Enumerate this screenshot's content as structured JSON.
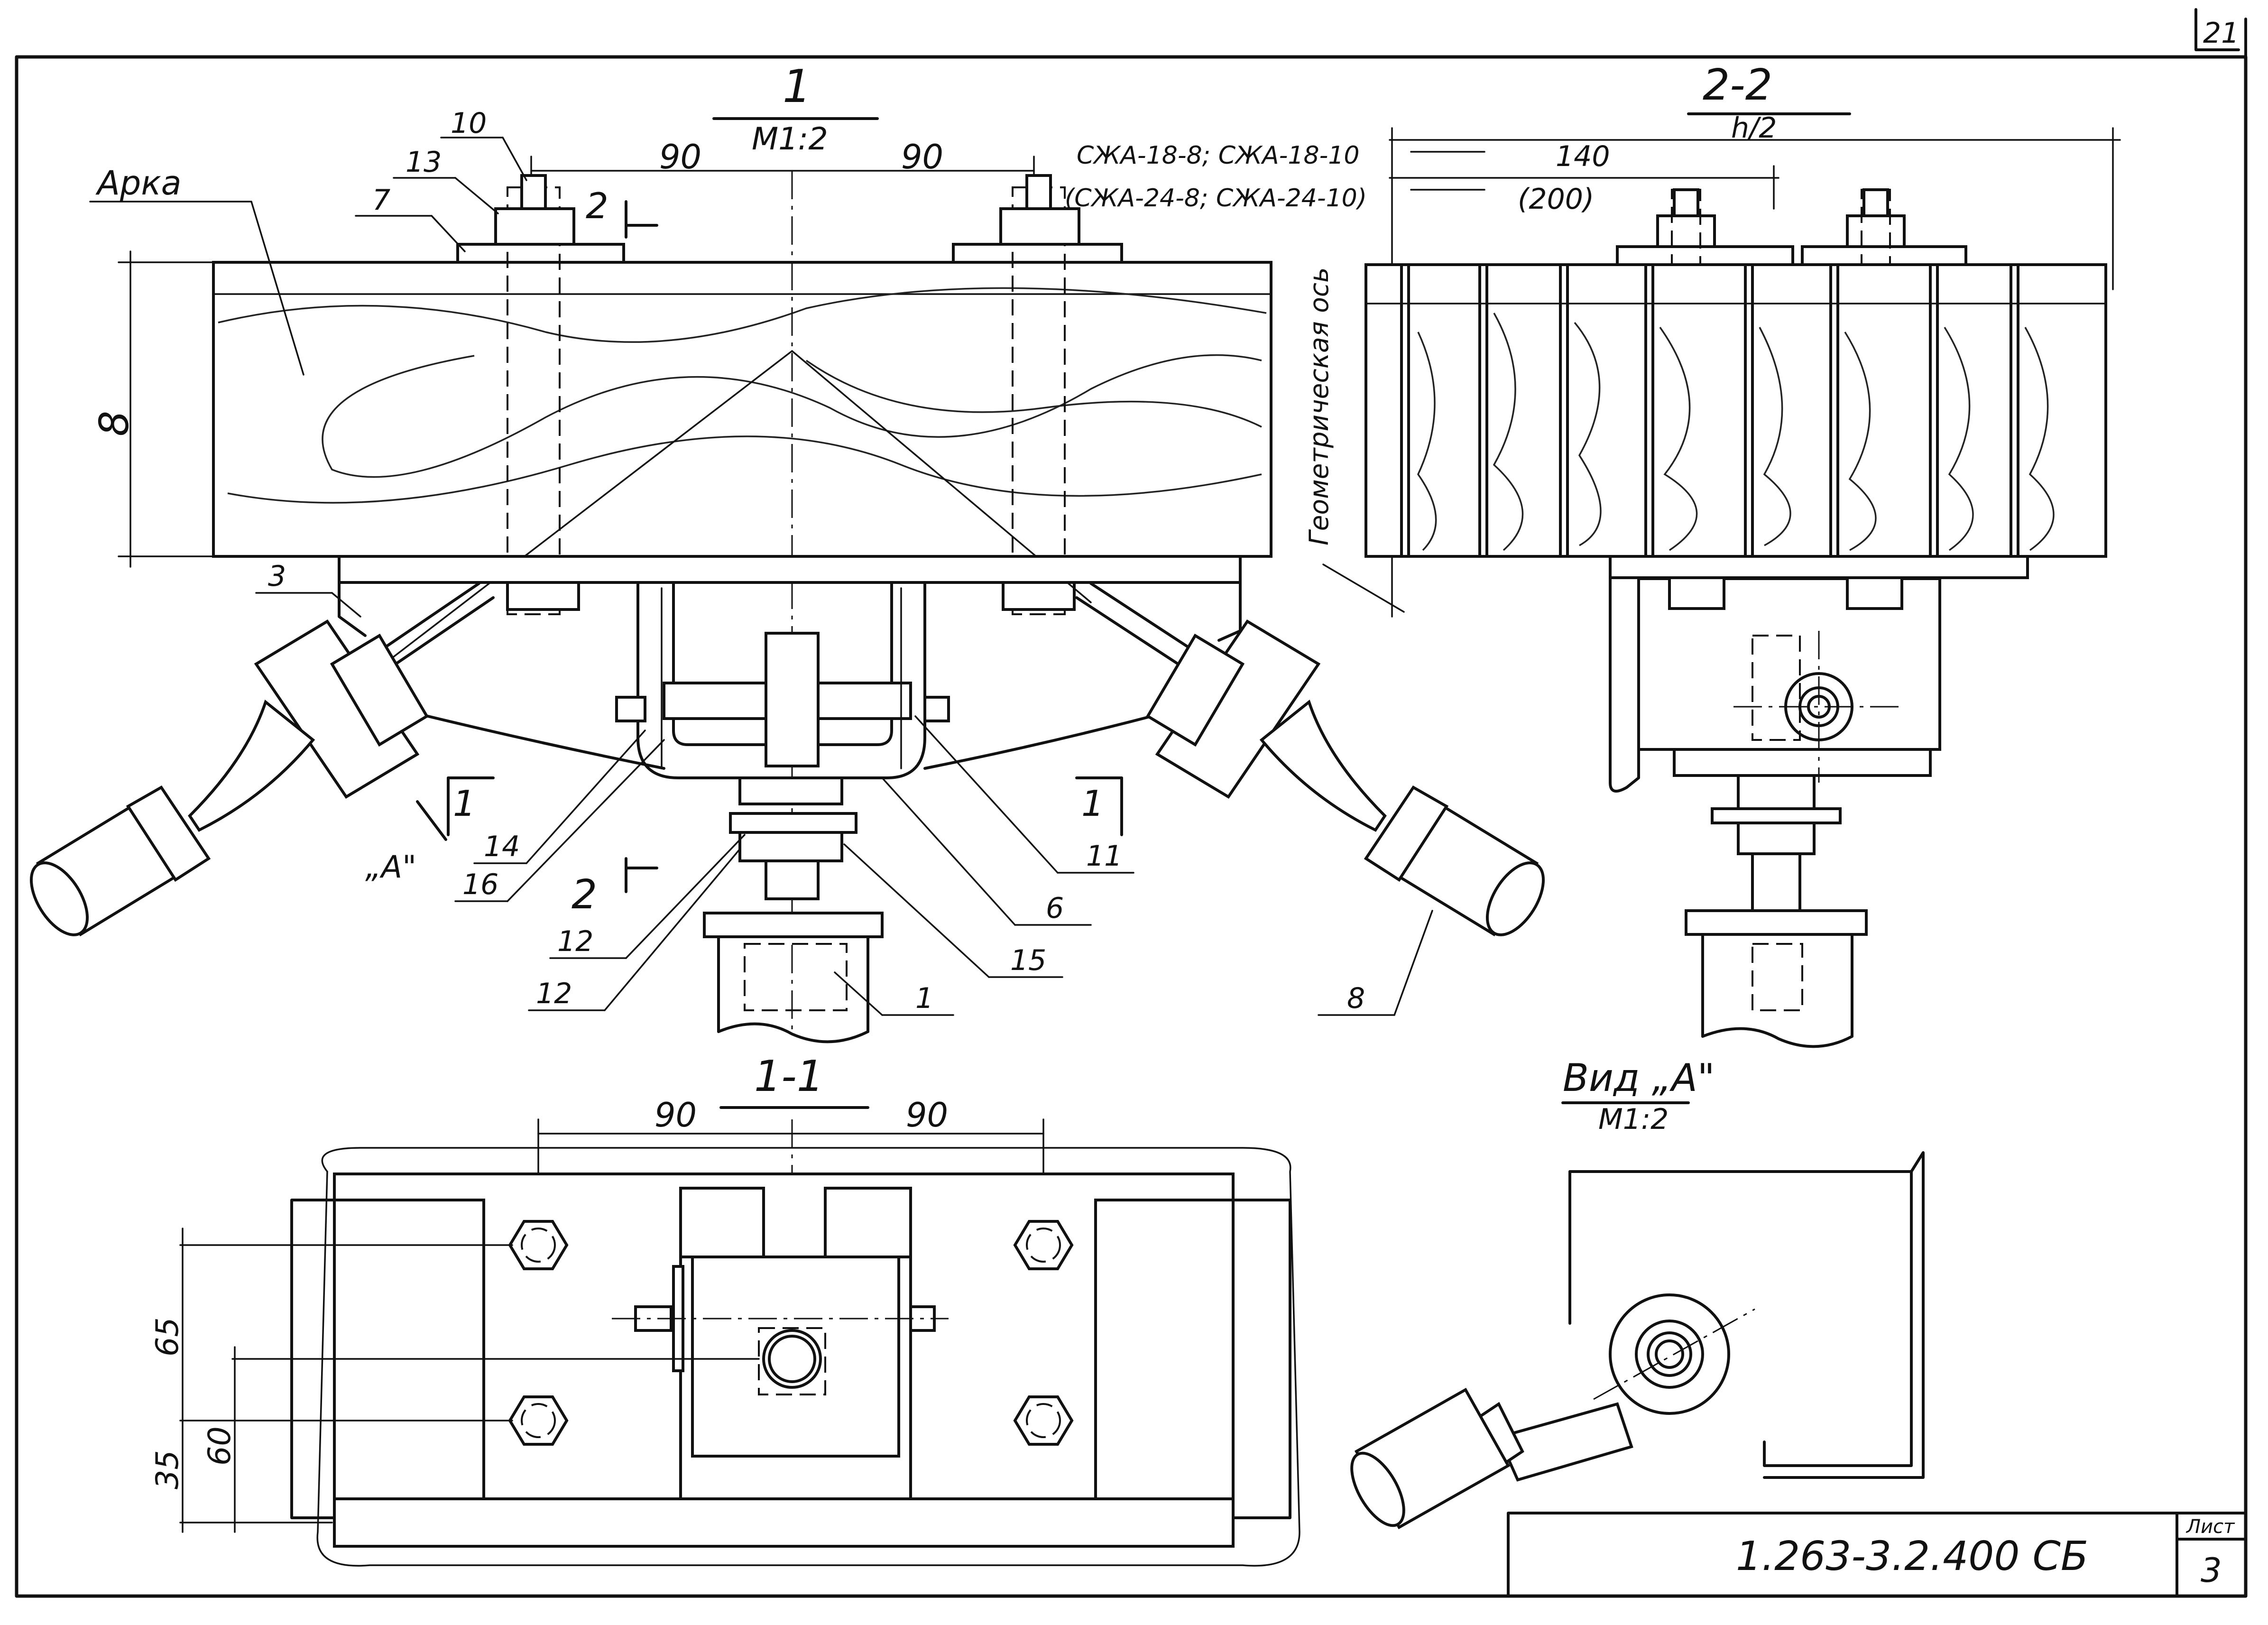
{
  "sheet_corner": "21",
  "view1": {
    "title": "1",
    "scale": "M1:2",
    "dim_left": "90",
    "dim_right": "90",
    "dim_height": "8",
    "arch_label": "Арка"
  },
  "view2": {
    "title": "2-2",
    "scale": "h/2",
    "variant_a": "СЖА-18-8; СЖА-18-10",
    "variant_b": "(СЖА-24-8; СЖА-24-10)",
    "dim_a": "140",
    "dim_b": "(200)",
    "axis_label": "Геометрическая ось"
  },
  "section11": {
    "title": "1-1",
    "dim_left": "90",
    "dim_right": "90",
    "dim_65": "65",
    "dim_60": "60",
    "dim_35": "35"
  },
  "viewA": {
    "title": "Вид „А\"",
    "scale": "M1:2"
  },
  "markers": {
    "cut1_left": "1",
    "cut1_right": "1",
    "cut2_top": "2",
    "cut2_bottom": "2",
    "view_a": "„А\""
  },
  "callouts": {
    "c10": "10",
    "c13": "13",
    "c7": "7",
    "c3": "3",
    "c14": "14",
    "c16": "16",
    "c12a": "12",
    "c12b": "12",
    "c15": "15",
    "c6": "6",
    "c11": "11",
    "c1": "1",
    "c8": "8"
  },
  "title_block": {
    "code": "1.263-3.2.400 СБ",
    "sheet_label": "Лист",
    "sheet_number": "3"
  }
}
